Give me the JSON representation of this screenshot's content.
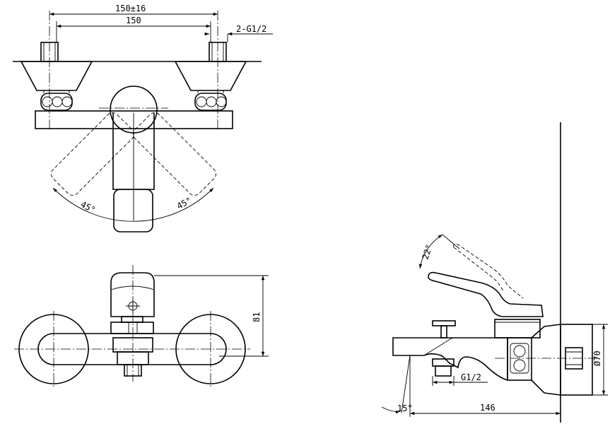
{
  "dimensions": {
    "overall_span": "150±16",
    "center_distance": "150",
    "inlet_thread": "2-G1/2",
    "left_swivel_angle": "45°",
    "right_swivel_angle": "45°",
    "lever_tilt_angle": "22°",
    "spout_angle": "15°",
    "body_height": "81",
    "flange_diameter": "Ø70",
    "outlet_thread": "G1/2",
    "projection_length": "146"
  }
}
